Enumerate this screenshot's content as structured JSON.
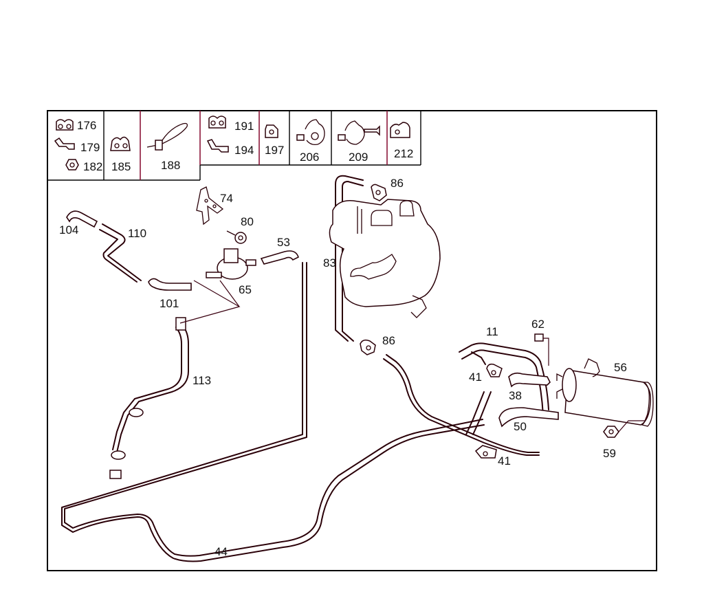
{
  "legend": [
    {
      "labels": [
        "176",
        "179",
        "182"
      ]
    },
    {
      "labels": [
        "185"
      ]
    },
    {
      "labels": [
        "188"
      ]
    },
    {
      "labels": [
        "191",
        "194"
      ]
    },
    {
      "labels": [
        "197"
      ]
    },
    {
      "labels": [
        "206"
      ]
    },
    {
      "labels": [
        "209"
      ]
    },
    {
      "labels": [
        "212"
      ]
    }
  ],
  "callouts": {
    "p104": "104",
    "p110": "110",
    "p101": "101",
    "p74": "74",
    "p80": "80",
    "p53": "53",
    "p65": "65",
    "p113": "113",
    "p83": "83",
    "p86a": "86",
    "p86b": "86",
    "p11": "11",
    "p62": "62",
    "p56": "56",
    "p41a": "41",
    "p38": "38",
    "p50": "50",
    "p41b": "41",
    "p59": "59",
    "p44": "44"
  },
  "colors": {
    "frame": "#000000",
    "legend_divider": "#8a1538",
    "line_art": "#2a0008"
  }
}
